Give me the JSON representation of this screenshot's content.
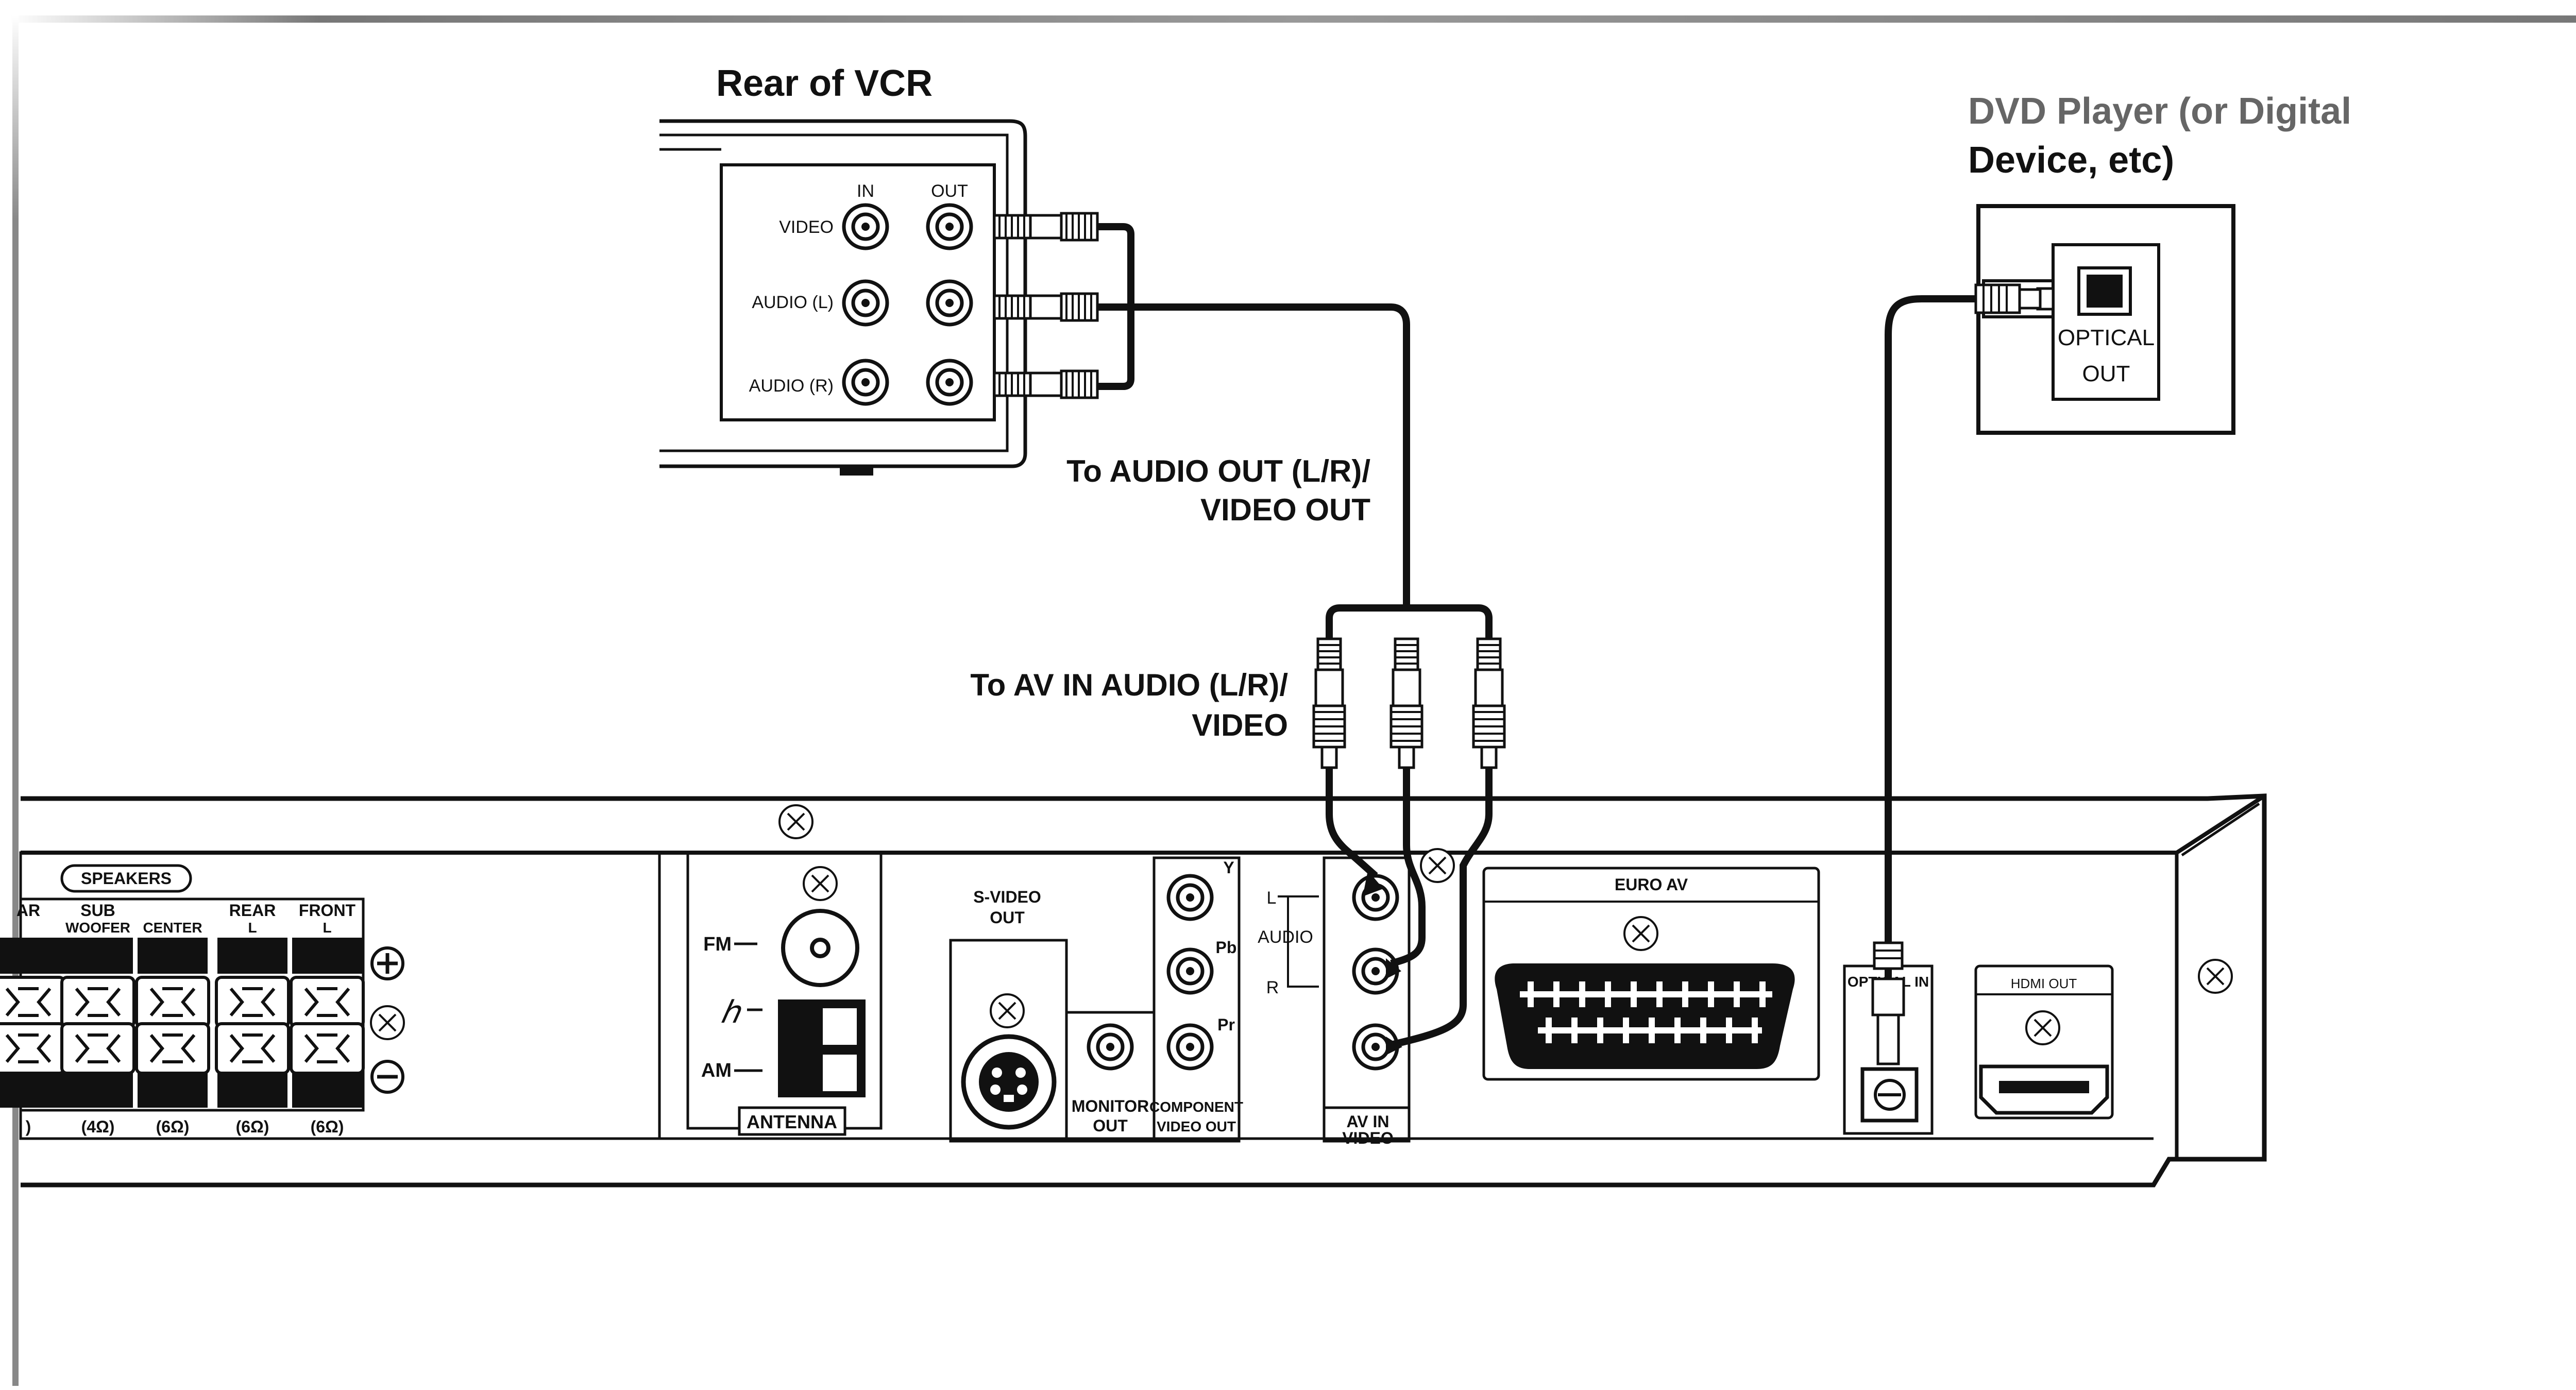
{
  "vcr": {
    "title": "Rear of VCR",
    "in_label": "IN",
    "out_label": "OUT",
    "video_label": "VIDEO",
    "audio_l_label": "AUDIO (L)",
    "audio_r_label": "AUDIO (R)"
  },
  "dvd": {
    "title_line1": "DVD Player (or Digital",
    "title_line2": "Device, etc)",
    "optical_line1": "OPTICAL",
    "optical_line2": "OUT"
  },
  "callouts": {
    "vcr_out_line1": "To AUDIO OUT (L/R)/",
    "vcr_out_line2": "VIDEO OUT",
    "av_in_line1": "To AV IN AUDIO (L/R)/",
    "av_in_line2": "VIDEO"
  },
  "receiver": {
    "speakers_label": "SPEAKERS",
    "speaker_cols": [
      {
        "top": "AR",
        "bottom": "",
        "ohm": ")"
      },
      {
        "top": "SUB",
        "bottom": "WOOFER",
        "ohm": "(4Ω)"
      },
      {
        "top": "",
        "bottom": "CENTER",
        "ohm": "(6Ω)"
      },
      {
        "top": "REAR",
        "bottom": "L",
        "ohm": "(6Ω)"
      },
      {
        "top": "FRONT",
        "bottom": "L",
        "ohm": "(6Ω)"
      }
    ],
    "fm_label": "FM",
    "am_label": "AM",
    "antenna_label": "ANTENNA",
    "svideo_line1": "S-VIDEO",
    "svideo_line2": "OUT",
    "monitor_line1": "MONITOR",
    "monitor_line2": "OUT",
    "component_line1": "COMPONENT",
    "component_line2": "VIDEO OUT",
    "y_label": "Y",
    "pb_label": "Pb",
    "pr_label": "Pr",
    "audio_label": "AUDIO",
    "l_label": "L",
    "r_label": "R",
    "av_in_line1": "AV IN",
    "av_in_line2": "VIDEO",
    "euro_av_label": "EURO AV",
    "optical_in_label": "OPTICAL IN",
    "hdmi_out_label": "HDMI OUT"
  }
}
